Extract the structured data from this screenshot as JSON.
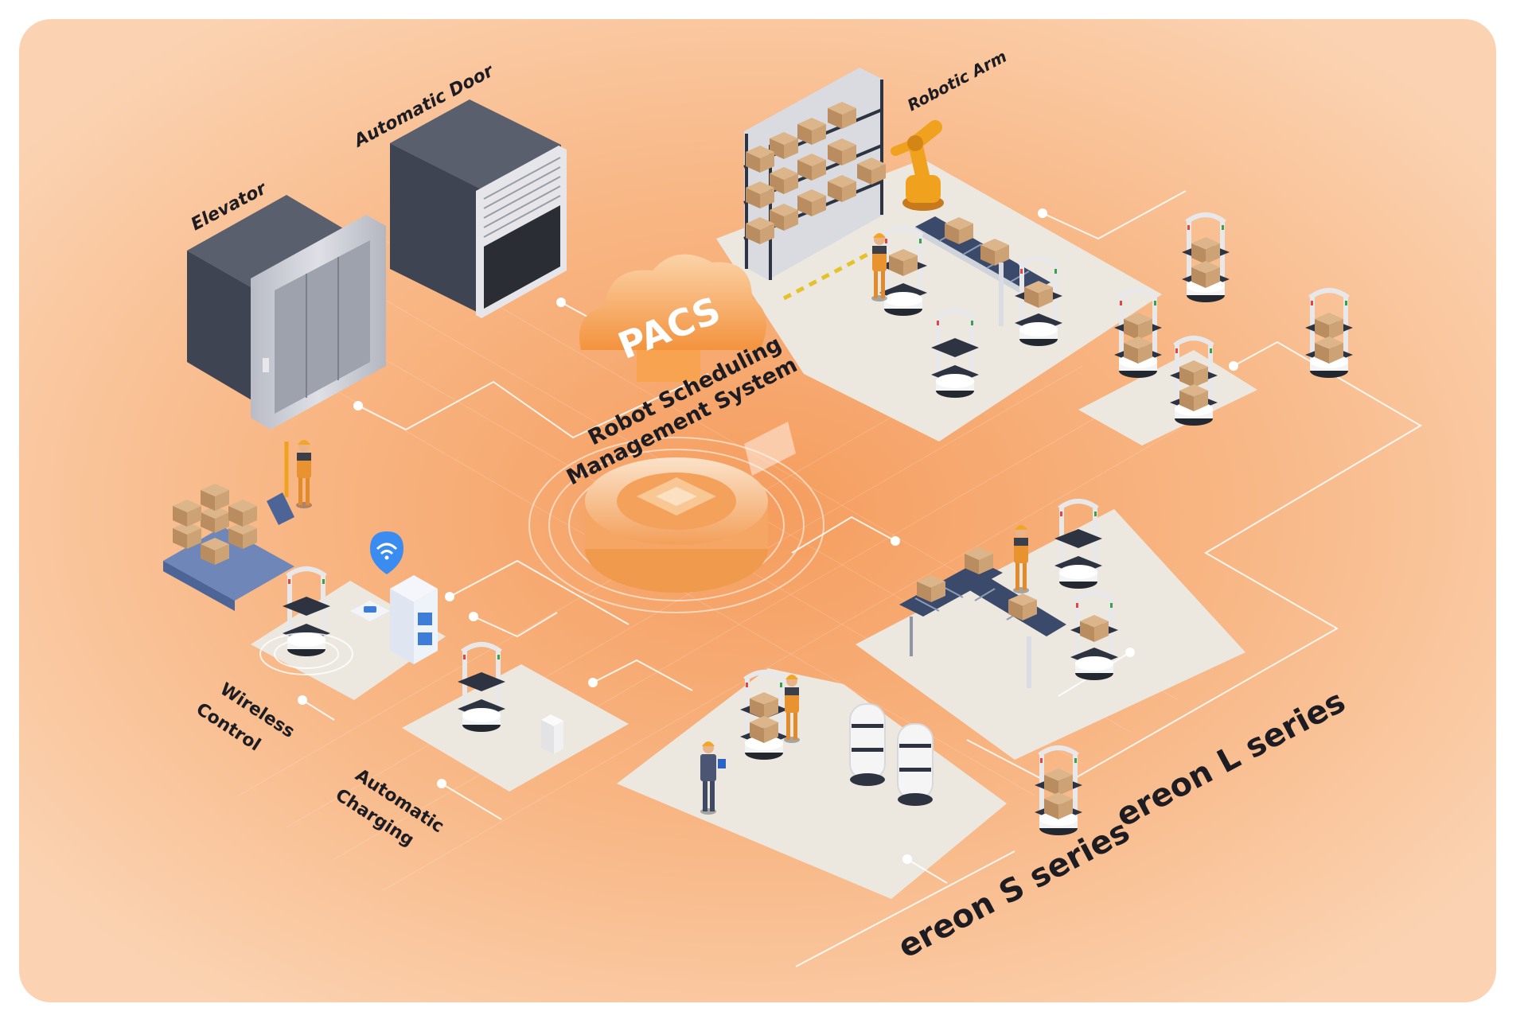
{
  "labels": {
    "elevator": "Elevator",
    "automatic_door": "Automatic Door",
    "robotic_arm": "Robotic Arm",
    "pacs": "PACS",
    "system_line1": "Robot Scheduling",
    "system_line2": "Management System",
    "wireless_line1": "Wireless",
    "wireless_line2": "Control",
    "charging_line1": "Automatic",
    "charging_line2": "Charging",
    "s_series": "ereon S series",
    "l_series": "ereon L series"
  },
  "colors": {
    "background_outer": "#ffffff",
    "card_gradient_center": "#f6a468",
    "card_gradient_edge": "#fbd2b0",
    "platform": "#ece8e0",
    "building_dark": "#4a4f5e",
    "building_silver": "#c8c9d0",
    "accent_orange": "#f2923a",
    "robot_white": "#f4f4f4",
    "robot_dark": "#2d3340",
    "box_brown": "#c8a074",
    "text_dark": "#1c1c22"
  },
  "icons": [
    "cloud-icon",
    "wifi-icon",
    "elevator-icon",
    "roller-door-icon",
    "robotic-arm-icon",
    "robot-icon",
    "conveyor-icon",
    "pallet-icon",
    "server-icon",
    "charger-icon",
    "worker-icon",
    "hub-icon"
  ]
}
